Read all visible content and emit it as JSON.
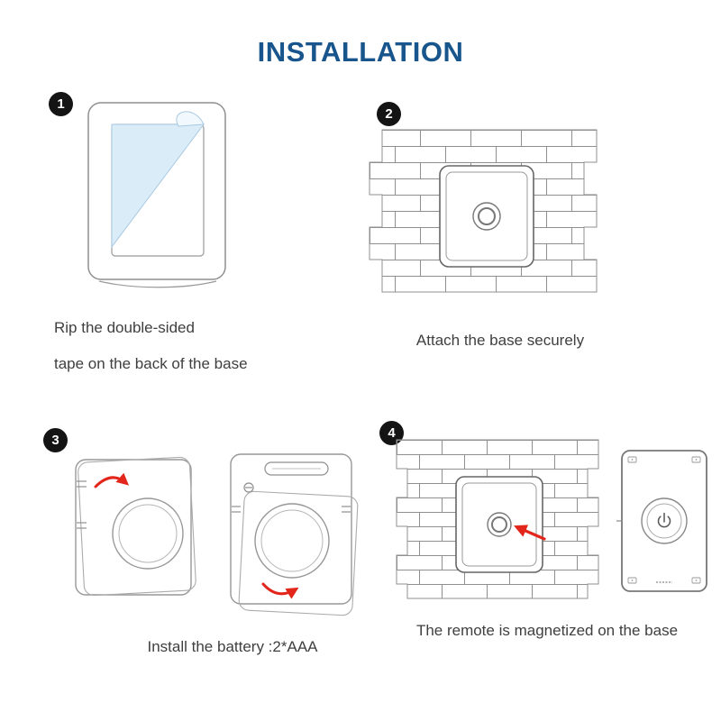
{
  "title": "INSTALLATION",
  "steps": [
    {
      "number": "1",
      "caption_lines": [
        "Rip the double-sided",
        "tape on the back of the base"
      ]
    },
    {
      "number": "2",
      "caption": "Attach the base securely"
    },
    {
      "number": "3",
      "caption": "Install the battery :2*AAA"
    },
    {
      "number": "4",
      "caption": "The remote is magnetized on the base"
    }
  ],
  "colors": {
    "title_blue": "#17558C",
    "step_badge_black": "#141414",
    "caption_gray": "#3F3F3F",
    "line_art_gray": "#8F8F8F",
    "arrow_red": "#E2261C",
    "protective_film_blue": "#D9ECF8"
  },
  "icons": {
    "remote_power_icon": "⏻"
  }
}
